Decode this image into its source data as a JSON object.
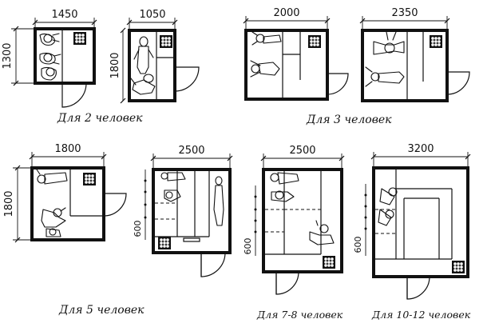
{
  "plans": [
    {
      "id": "p1",
      "width_label": "1450",
      "height_label": "1300"
    },
    {
      "id": "p2",
      "width_label": "1050",
      "height_label": "1800"
    },
    {
      "id": "p3",
      "width_label": "2000"
    },
    {
      "id": "p4",
      "width_label": "2350"
    },
    {
      "id": "p5",
      "width_label": "1800",
      "height_label": "1800"
    },
    {
      "id": "p6",
      "width_label": "2500",
      "shelf_label": "600"
    },
    {
      "id": "p7",
      "width_label": "2500",
      "shelf_label": "600"
    },
    {
      "id": "p8",
      "width_label": "3200",
      "shelf_label": "600"
    }
  ],
  "captions": {
    "two": "Для  2  человек",
    "three": "Для  3  человек",
    "five": "Для   5   человек",
    "seven_eight": "Для  7-8 человек",
    "ten_twelve": "Для 10-12 человек"
  }
}
